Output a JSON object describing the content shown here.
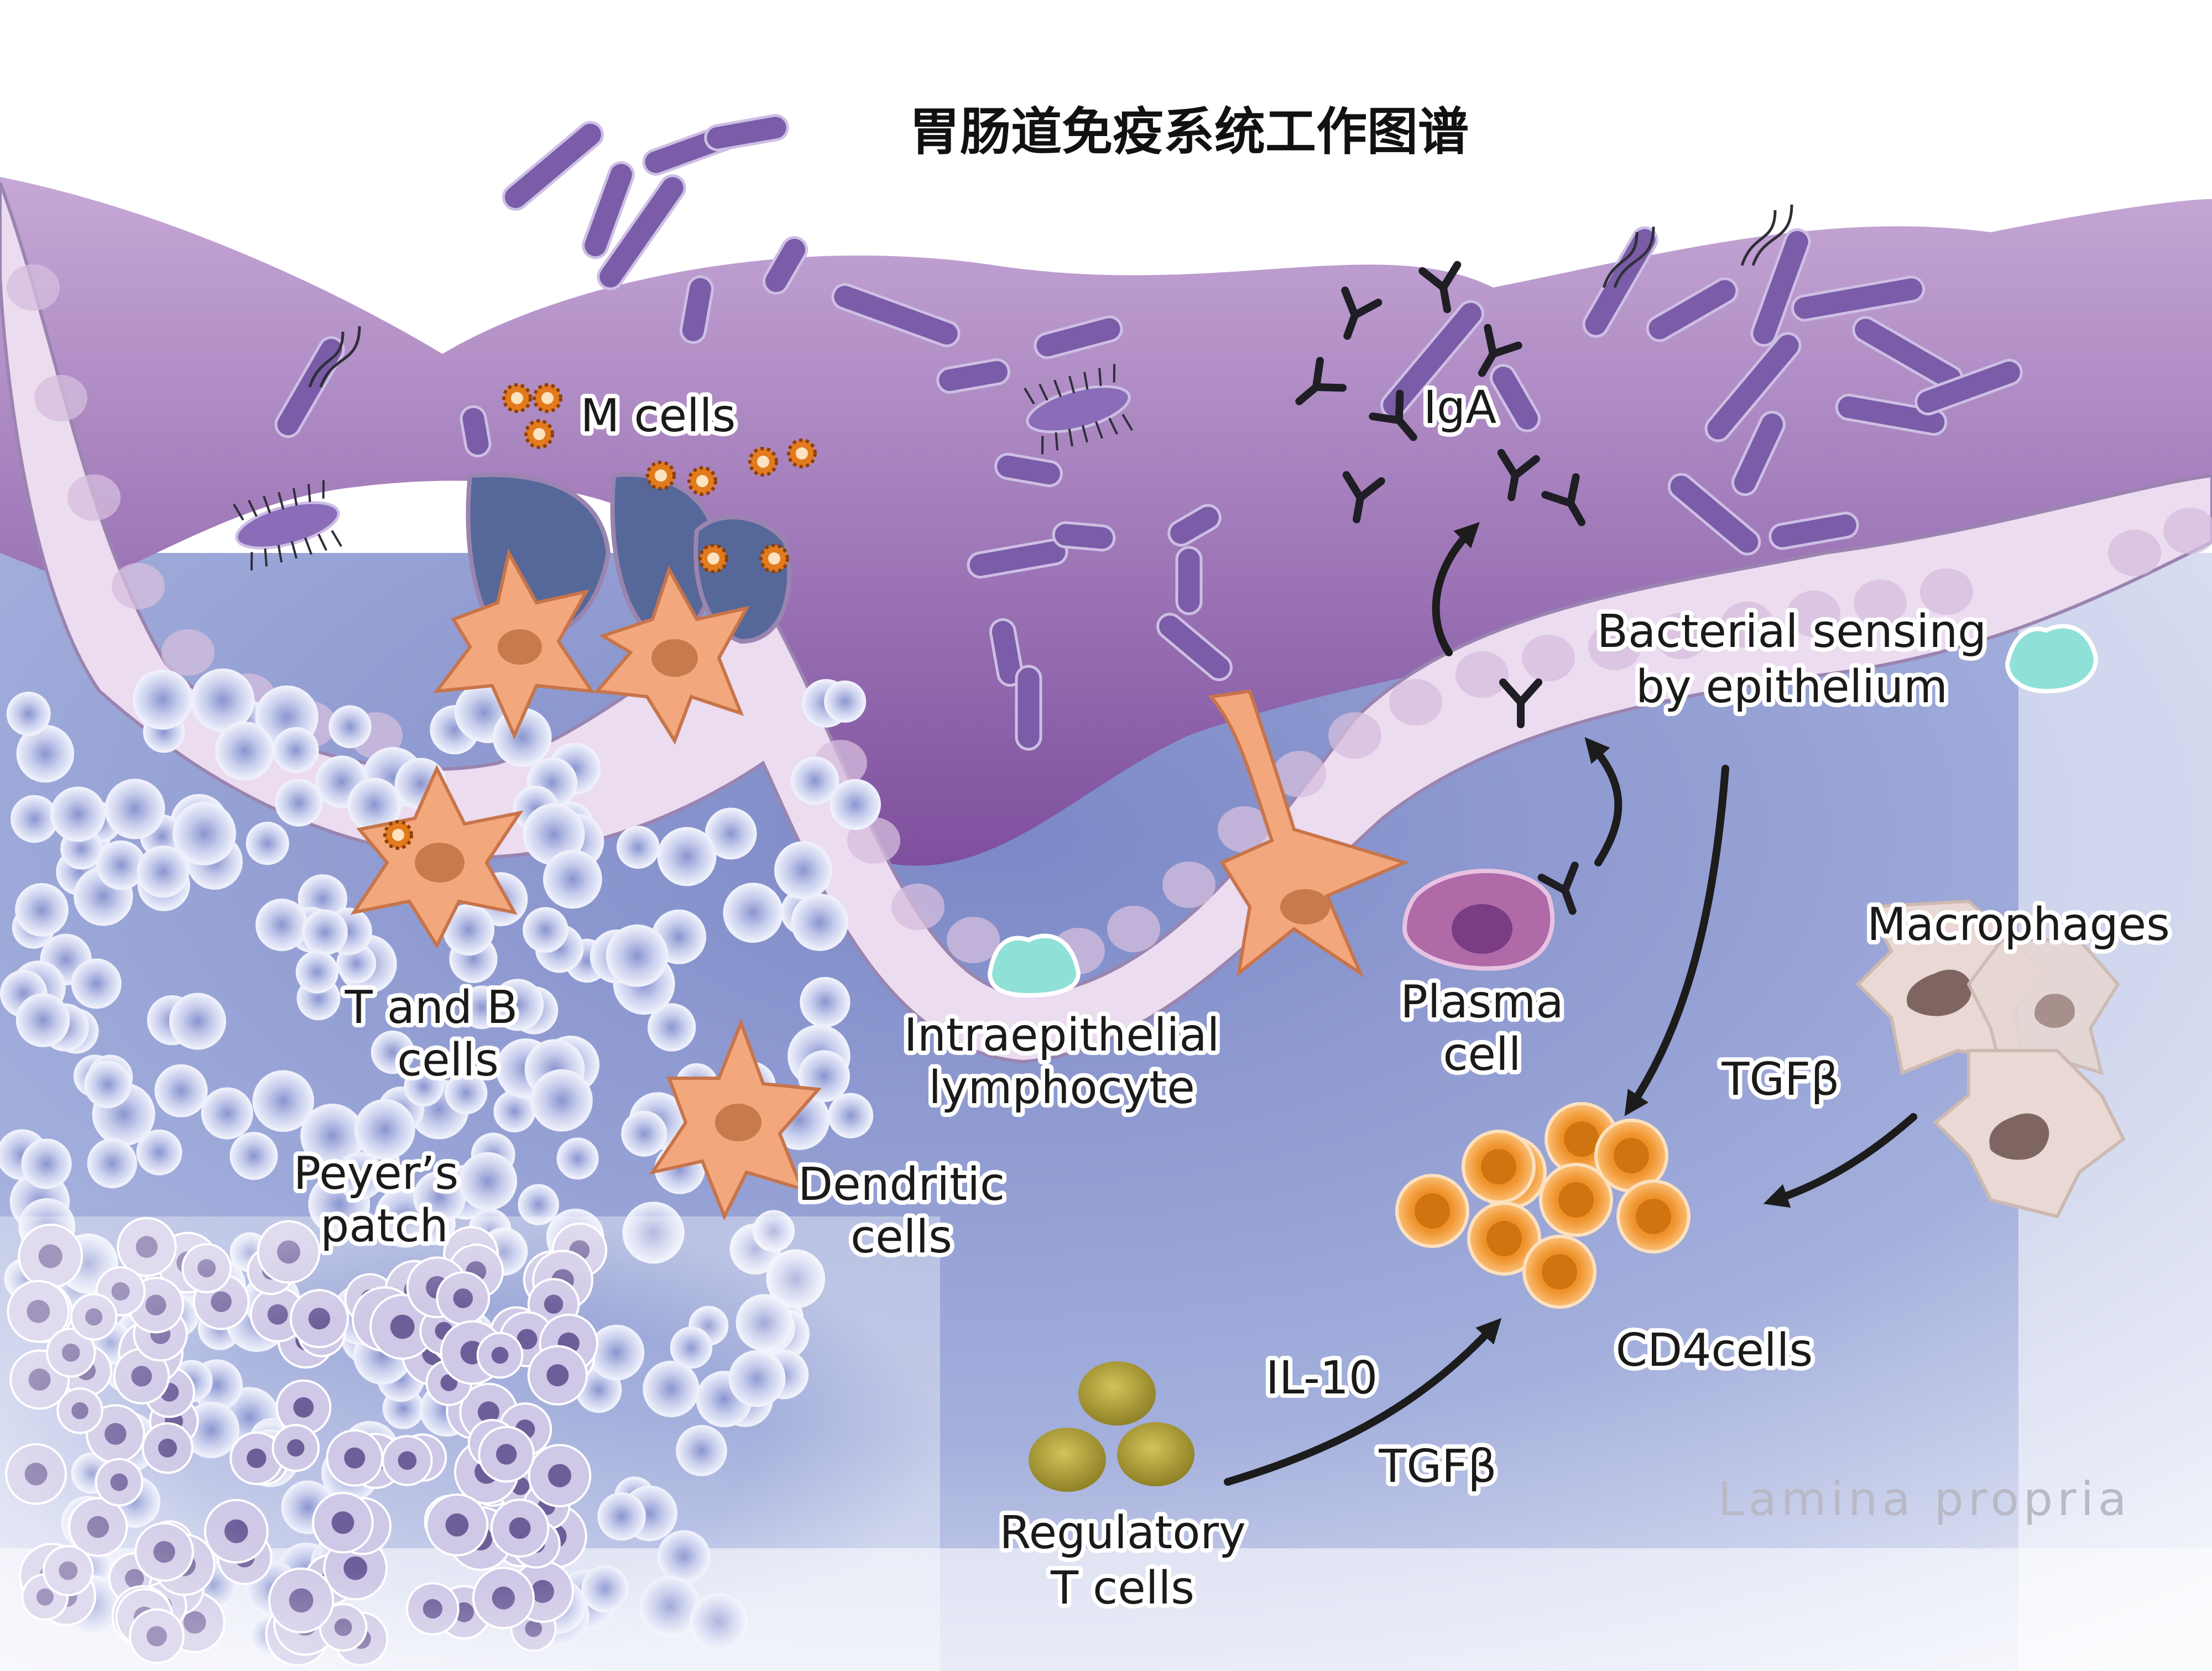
{
  "title": "胃肠道免疫系统工作图谱",
  "labels": {
    "m_cells": "M cells",
    "iga": "IgA",
    "bacterial_sensing_line1": "Bacterial sensing",
    "bacterial_sensing_line2": "by epithelium",
    "macrophages": "Macrophages",
    "plasma_cell_line1": "Plasma",
    "plasma_cell_line2": "cell",
    "intraepithelial_line1": "Intraepithelial",
    "intraepithelial_line2": "lymphocyte",
    "t_and_b_line1": "T and B",
    "t_and_b_line2": "cells",
    "peyers_line1": "Peyer’s",
    "peyers_line2": "patch",
    "dendritic_line1": "Dendritic",
    "dendritic_line2": "cells",
    "tgfb_upper": "TGFβ",
    "il10": "IL-10",
    "tgfb_lower": "TGFβ",
    "cd4": "CD4cells",
    "regulatory_line1": "Regulatory",
    "regulatory_line2": "T cells",
    "lamina_propria": "Lamina propria"
  },
  "colors": {
    "lumen": "#8d5fa8",
    "epithelium": "#ecdcf0",
    "lamina": "#a8b4dc",
    "lymphocyte": "#d9dff2",
    "bacteria": "#7a5ca8",
    "dendritic": "#f2a77c",
    "cd4": "#f29b3c",
    "regulatory": "#b3a43e",
    "plasma": "#b06aa8",
    "macrophage": "#e9d8d3",
    "iel": "#8fe0d6"
  }
}
